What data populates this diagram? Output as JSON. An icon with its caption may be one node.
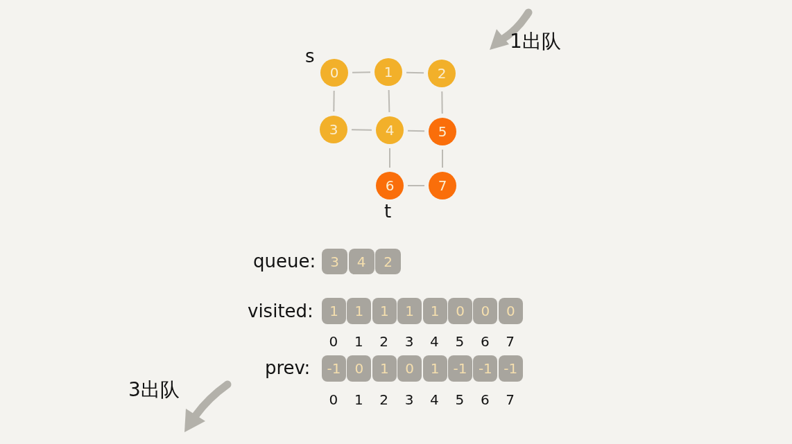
{
  "diagram": {
    "nodes": [
      {
        "text": [
          "0"
        ],
        "beside": [
          "s"
        ]
      },
      {
        "text": [
          "1"
        ]
      },
      {
        "text": [
          "2"
        ]
      },
      {
        "text": [
          "3"
        ]
      },
      {
        "text": [
          "4"
        ]
      },
      {
        "text": [
          "5"
        ]
      },
      {
        "text": [
          "6"
        ],
        "beside": [
          "t"
        ]
      },
      {
        "text": [
          "7"
        ]
      },
      {
        "text": [
          "3"
        ]
      },
      {
        "text": [
          "4"
        ]
      },
      {
        "text": [
          "2"
        ]
      },
      {
        "text": [
          "1"
        ]
      },
      {
        "text": [
          "1"
        ]
      },
      {
        "text": [
          "1"
        ]
      },
      {
        "text": [
          "1"
        ]
      },
      {
        "text": [
          "1"
        ]
      },
      {
        "text": [
          "0"
        ]
      },
      {
        "text": [
          "0"
        ]
      },
      {
        "text": [
          "0"
        ]
      },
      {
        "text": [
          "-1"
        ]
      },
      {
        "text": [
          "0"
        ]
      },
      {
        "text": [
          "1"
        ]
      },
      {
        "text": [
          "0"
        ]
      },
      {
        "text": [
          "1"
        ]
      },
      {
        "text": [
          "-1"
        ]
      },
      {
        "text": [
          "-1"
        ]
      },
      {
        "text": [
          "-1"
        ]
      }
    ],
    "edges": [
      {
        "from": 0,
        "to": 1,
        "arrow": "none"
      },
      {
        "from": 1,
        "to": 2,
        "arrow": "none"
      },
      {
        "from": 0,
        "to": 3,
        "arrow": "none"
      },
      {
        "from": 1,
        "to": 4,
        "arrow": "none"
      },
      {
        "from": 2,
        "to": 5,
        "arrow": "none"
      },
      {
        "from": 3,
        "to": 4,
        "arrow": "none"
      },
      {
        "from": 4,
        "to": 5,
        "arrow": "none"
      },
      {
        "from": 4,
        "to": 6,
        "arrow": "none"
      },
      {
        "from": 5,
        "to": 7,
        "arrow": "none"
      },
      {
        "from": 6,
        "to": 7,
        "arrow": "none"
      }
    ],
    "labels": [
      "1出队",
      "queue:",
      "visited:",
      "0",
      "1",
      "2",
      "3",
      "4",
      "5",
      "6",
      "7",
      "prev:",
      "3出队",
      "0",
      "1",
      "2",
      "3",
      "4",
      "5",
      "6",
      "7"
    ]
  }
}
